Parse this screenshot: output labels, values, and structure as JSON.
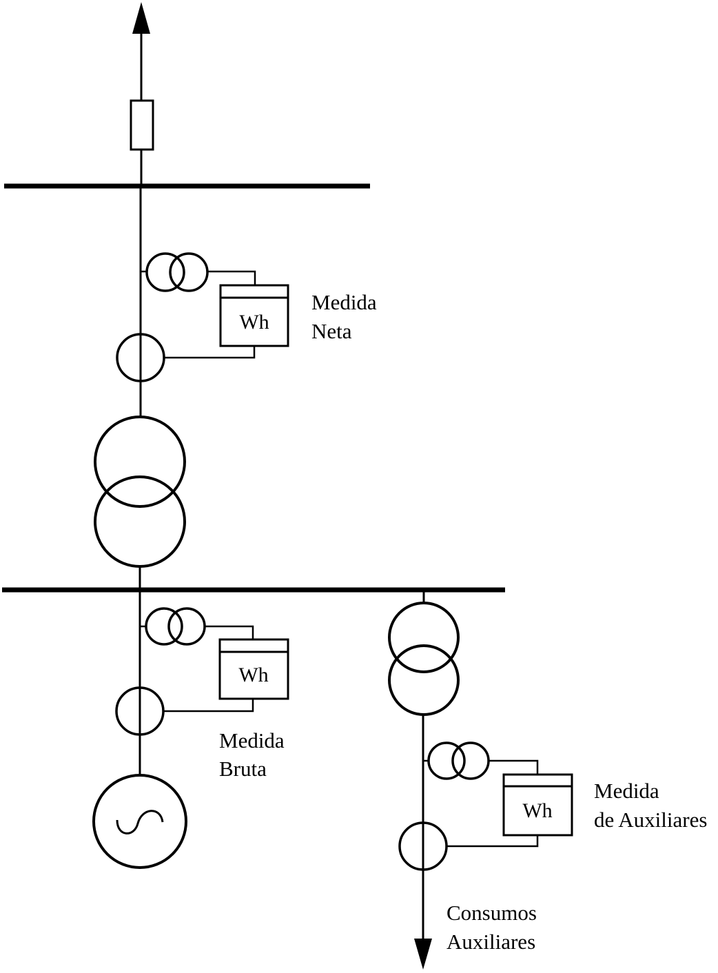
{
  "diagram": {
    "type": "single-line electrical diagram",
    "colors": {
      "line": "#000000",
      "background": "#ffffff"
    },
    "components": {
      "export_arrow": "arrow-up-icon",
      "breaker": "breaker-icon",
      "upper_busbar": "busbar",
      "main_transformer": "power-transformer-icon",
      "lower_busbar": "busbar",
      "generator": "ac-generator-icon",
      "aux_transformer": "power-transformer-icon",
      "aux_arrow": "arrow-down-icon"
    },
    "meters": {
      "net": {
        "symbol": "Wh",
        "label_line1": "Medida",
        "label_line2": "Neta"
      },
      "gross": {
        "symbol": "Wh",
        "label_line1": "Medida",
        "label_line2": "Bruta"
      },
      "auxiliary": {
        "symbol": "Wh",
        "label_line1": "Medida",
        "label_line2": "de Auxiliares"
      }
    },
    "load": {
      "label_line1": "Consumos",
      "label_line2": "Auxiliares"
    }
  }
}
